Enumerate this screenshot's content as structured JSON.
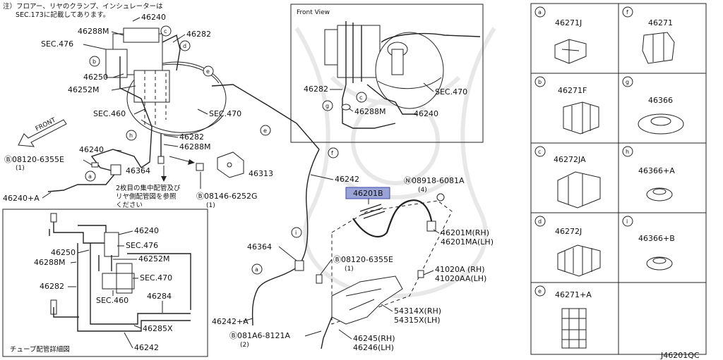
{
  "note_jp": [
    "注）フロアー、リヤのクランプ、インシュレーターは",
    "SEC.173に記載してあります。"
  ],
  "front_label": "FRONT",
  "front_view_title": "Front View",
  "jp_note2": [
    "2枚目の集中配管及び",
    "リヤ側配管図を参照",
    "ください"
  ],
  "detail_title": "チューブ配管詳細図",
  "diagram_code": "J46201QC",
  "main_labels": {
    "l46240_top": "46240",
    "l46288M_top": "46288M",
    "l46282_top": "46282",
    "sec476_top": "SEC.476",
    "l46250_top": "46250",
    "l46252M_top": "46252M",
    "sec460_top": "SEC.460",
    "sec470_top": "SEC.470",
    "l46282_mid": "46282",
    "l46288M_mid": "46288M",
    "l46240_mid": "46240",
    "bolt_08120_left": "Ⓑ08120-6355E",
    "bolt_08120_left_qty": "(1)",
    "l46364_left": "46364",
    "l46240A": "46240+A",
    "l46313": "46313",
    "bolt_08146": "Ⓑ08146-6252G",
    "bolt_08146_qty": "(1)",
    "l46242": "46242",
    "nut_08918": "Ⓝ08918-6081A",
    "nut_08918_qty": "(4)",
    "l46201B": "46201B",
    "l46201M": "46201M(RH)",
    "l46201MA": "46201MA(LH)",
    "l46364_mid": "46364",
    "bolt_08120_mid": "Ⓑ08120-6355E",
    "bolt_08120_mid_qty": "(1)",
    "l41020A": "41020A (RH)",
    "l41020AA": "41020AA(LH)",
    "l54314X": "54314X(RH)",
    "l54315X": "54315X(LH)",
    "l46242A": "46242+A",
    "bolt_081A6": "Ⓑ081A6-8121A",
    "bolt_081A6_qty": "(2)",
    "l46245": "46245(RH)",
    "l46246": "46246(LH)"
  },
  "front_view_labels": {
    "l46282": "46282",
    "l46288M": "46288M",
    "l46240": "46240",
    "sec470": "SEC.470"
  },
  "detail_labels": {
    "l46240": "46240",
    "sec476": "SEC.476",
    "l46250": "46250",
    "l46288M": "46288M",
    "l46252M": "46252M",
    "l46282": "46282",
    "sec470": "SEC.470",
    "sec460": "SEC.460",
    "l46284": "46284",
    "l46285X": "46285X",
    "l46242": "46242"
  },
  "callouts": [
    "a",
    "b",
    "c",
    "d",
    "e",
    "f",
    "g",
    "h",
    "i"
  ],
  "parts_grid": [
    {
      "letter": "a",
      "part": "46271J"
    },
    {
      "letter": "f",
      "part": "46271"
    },
    {
      "letter": "b",
      "part": "46271F"
    },
    {
      "letter": "g",
      "part": "46366"
    },
    {
      "letter": "c",
      "part": "46272JA"
    },
    {
      "letter": "h",
      "part": "46366+A"
    },
    {
      "letter": "d",
      "part": "46272J"
    },
    {
      "letter": "i",
      "part": "46366+B"
    },
    {
      "letter": "e",
      "part": "46271+A"
    }
  ]
}
